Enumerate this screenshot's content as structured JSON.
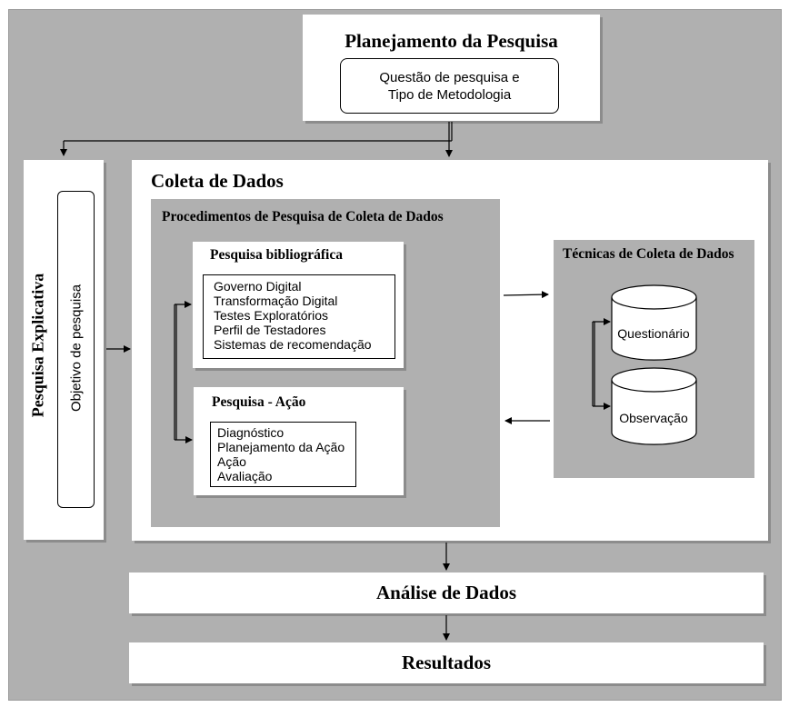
{
  "planning": {
    "title": "Planejamento da Pesquisa",
    "question": "Questão de pesquisa e\nTipo de Metodologia"
  },
  "explicativa": {
    "title": "Pesquisa Explicativa",
    "objective": "Objetivo de pesquisa"
  },
  "coleta": {
    "title": "Coleta de Dados",
    "procedimentos": {
      "title": "Procedimentos de Pesquisa de Coleta de Dados",
      "bibliografica": {
        "title": "Pesquisa bibliográfica",
        "items": [
          "Governo Digital",
          "Transformação Digital",
          "Testes Exploratórios",
          "Perfil de Testadores",
          "Sistemas de recomendação"
        ]
      },
      "acao": {
        "title": "Pesquisa - Ação",
        "items": [
          "Diagnóstico",
          "Planejamento da Ação",
          "Ação",
          "Avaliação"
        ]
      }
    },
    "tecnicas": {
      "title": "Técnicas de Coleta de Dados",
      "items": [
        "Questionário",
        "Observação"
      ]
    }
  },
  "analise": {
    "title": "Análise de Dados"
  },
  "resultados": {
    "title": "Resultados"
  },
  "colors": {
    "background": "#b0b0b0",
    "box": "#ffffff",
    "line": "#000000",
    "shadow": "#8c8c8c"
  }
}
